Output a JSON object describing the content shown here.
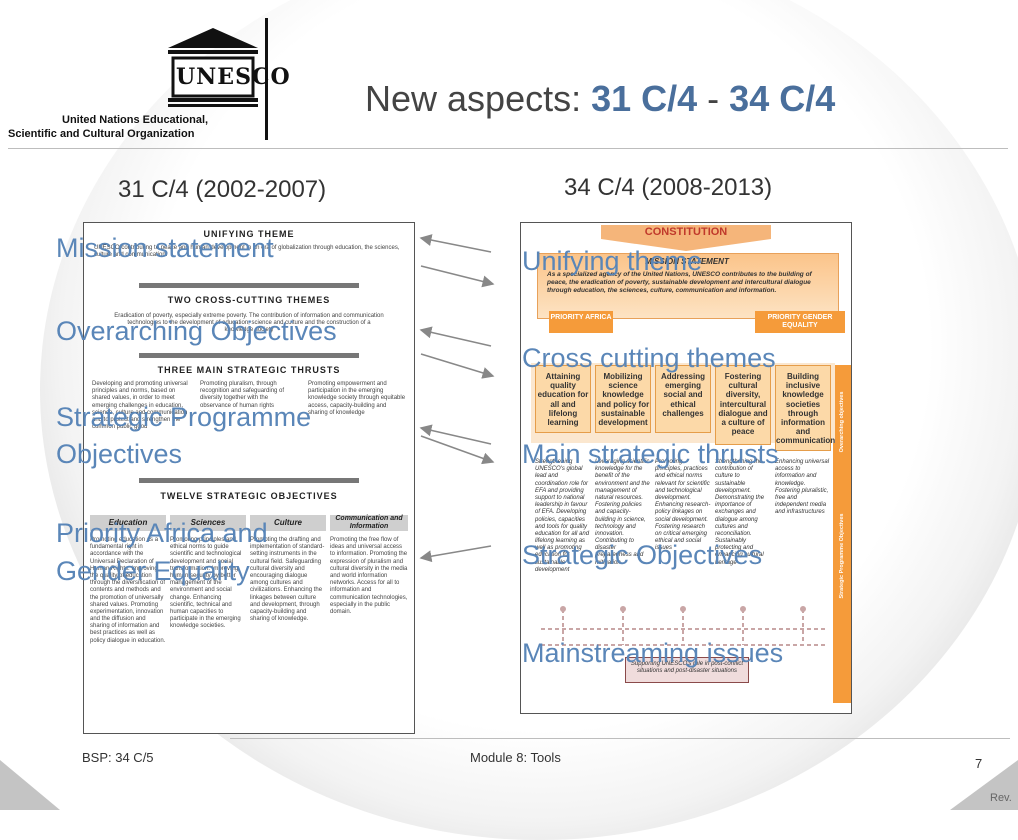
{
  "header": {
    "org_name_line1": "United Nations Educational,",
    "org_name_line2": "Scientific and Cultural Organization",
    "logo_text": "UNESCO",
    "title_prefix": "New aspects: ",
    "title_part1": "31 C/4",
    "title_sep": " - ",
    "title_part2": "34 C/4"
  },
  "columns": {
    "left_heading": "31 C/4 (2002-2007)",
    "right_heading": "34 C/4 (2008-2013)"
  },
  "left_doc": {
    "unifying_theme": "Unifying theme",
    "unifying_text": "UNESCO contributing to peace and human development in an era of globalization through education, the sciences, culture and communication.",
    "cross_cutting": "Two cross-cutting themes",
    "cross_items": "Eradication of poverty, especially extreme poverty. The contribution of information and communication technologies to the development of education, science and culture and the construction of a knowledge society",
    "main_thrusts": "Three main strategic thrusts",
    "thrust1": "Developing and promoting universal principles and norms, based on shared values, in order to meet emerging challenges in education, science, culture and communication and to protect and strengthen the common public good",
    "thrust2": "Promoting pluralism, through recognition and safeguarding of diversity together with the observance of human rights",
    "thrust3": "Promoting empowerment and participation in the emerging knowledge society through equitable access, capacity-building and sharing of knowledge",
    "twelve": "Twelve strategic objectives",
    "sectors": [
      "Education",
      "Sciences",
      "Culture",
      "Communication and Information"
    ],
    "col_text": [
      "Promoting education as a fundamental right in accordance with the Universal Declaration of Human Rights. Improving the quality of education through the diversification of contents and methods and the promotion of universally shared values. Promoting experimentation, innovation and the diffusion and sharing of information and best practices as well as policy dialogue in education.",
      "Promoting principles and ethical norms to guide scientific and technological development and social transformation. Improving human security by better management of the environment and social change. Enhancing scientific, technical and human capacities to participate in the emerging knowledge societies.",
      "Promoting the drafting and implementation of standard-setting instruments in the cultural field. Safeguarding cultural diversity and encouraging dialogue among cultures and civilizations. Enhancing the linkages between culture and development, through capacity-building and sharing of knowledge.",
      "Promoting the free flow of ideas and universal access to information. Promoting the expression of pluralism and cultural diversity in the media and world information networks. Access for all to information and communication technologies, especially in the public domain."
    ]
  },
  "right_doc": {
    "constitution": "CONSTITUTION",
    "mission_statement": "MISSION STATEMENT",
    "mission_text": "As a specialized agency of the United Nations, UNESCO contributes to the building of peace, the eradication of poverty, sustainable development and intercultural dialogue through education, the sciences, culture, communication and information.",
    "priority_africa": "PRIORITY AFRICA",
    "priority_gender": "PRIORITY GENDER EQUALITY",
    "overarching": [
      "Attaining quality education for all and lifelong learning",
      "Mobilizing science knowledge and policy for sustainable development",
      "Addressing emerging social and ethical challenges",
      "Fostering cultural diversity, intercultural dialogue and a culture of peace",
      "Building inclusive knowledge societies through information and communication"
    ],
    "side_label_top": "Overarching objectives",
    "side_label_bottom": "Strategic Programme Objectives",
    "strategic_col": [
      "Strengthening UNESCO's global lead and coordination role for EFA and providing support to national leadership in favour of EFA. Developing policies, capacities and tools for quality education for all and lifelong learning as well as promoting education for sustainable development",
      "Leveraging scientific knowledge for the benefit of the environment and the management of natural resources. Fostering policies and capacity-building in science, technology and innovation. Contributing to disaster preparedness and mitigation",
      "Promoting principles, practices and ethical norms relevant for scientific and technological development. Enhancing research-policy linkages on social development. Fostering research on critical emerging ethical and social issues",
      "Strengthening the contribution of culture to sustainable development. Demonstrating the importance of exchanges and dialogue among cultures and reconciliation. Sustainably protecting and enhancing cultural heritage",
      "Enhancing universal access to information and knowledge. Fostering pluralistic, free and independent media and infrastructures"
    ],
    "post_conflict": "Supporting UNESCO's role in post-conflict situations and post-disaster situations"
  },
  "overlays": {
    "mission_statement": "Mission statement",
    "unifying_theme": "Unifying theme",
    "overarching_objectives": "Overarching Objectives",
    "cross_cutting_themes": "Cross cutting themes",
    "strategic_programme_objectives_1": "Strategic Programme",
    "strategic_programme_objectives_2": "Objectives",
    "main_strategic_thrusts": "Main strategic thrusts",
    "priority_africa_1": "Priority Africa and",
    "priority_africa_2": "Gender Equality",
    "strategic_objectives": "Strategic Objectives",
    "mainstreaming_issues": "Mainstreaming issues"
  },
  "footer": {
    "left": "BSP: 34 C/5",
    "center": "Module 8: Tools",
    "page_number": "7",
    "rev": "Rev."
  },
  "colors": {
    "accent": "#4a6f9c",
    "overlay_text": "#5a86b8",
    "orange": "#f59b3a",
    "light_orange": "#fcd9a8"
  }
}
